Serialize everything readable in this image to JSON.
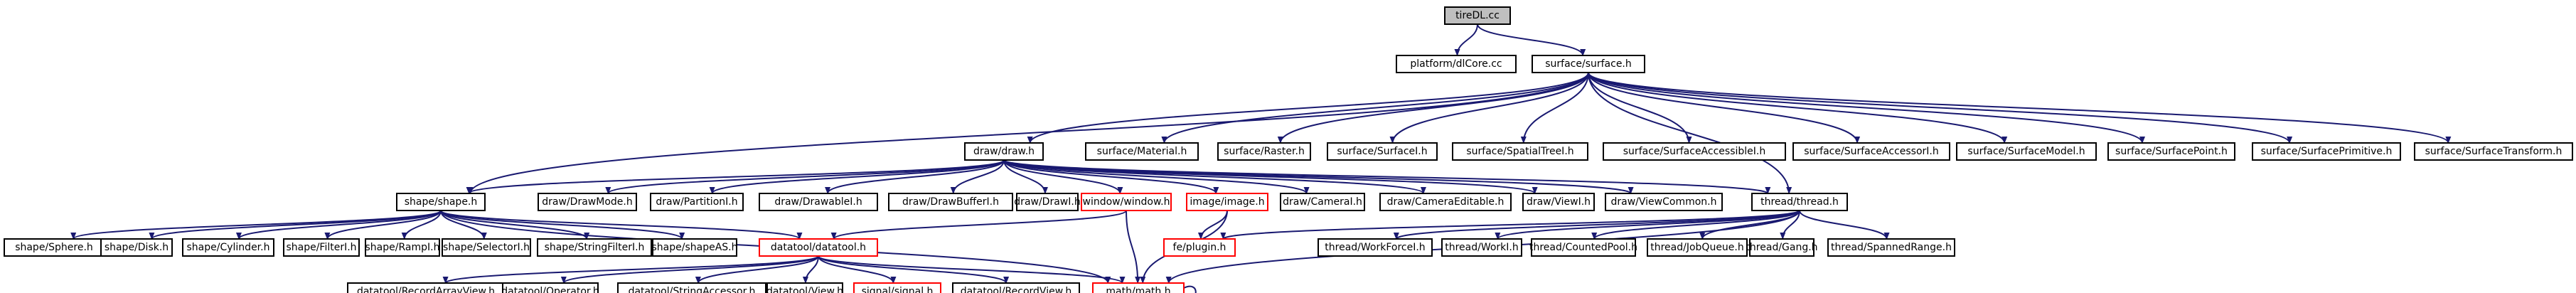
{
  "graph": {
    "nodes": [
      {
        "id": "root",
        "label": "tireDL.cc",
        "style": "root"
      },
      {
        "id": "dlcore",
        "label": "platform/dlCore.cc",
        "style": "normal"
      },
      {
        "id": "surface",
        "label": "surface/surface.h",
        "style": "normal"
      },
      {
        "id": "draw",
        "label": "draw/draw.h",
        "style": "normal"
      },
      {
        "id": "material",
        "label": "surface/Material.h",
        "style": "normal"
      },
      {
        "id": "raster",
        "label": "surface/Raster.h",
        "style": "normal"
      },
      {
        "id": "surfacei",
        "label": "surface/SurfaceI.h",
        "style": "normal"
      },
      {
        "id": "spatialtree",
        "label": "surface/SpatialTreeI.h",
        "style": "normal"
      },
      {
        "id": "accessiblei",
        "label": "surface/SurfaceAccessibleI.h",
        "style": "normal"
      },
      {
        "id": "accessori",
        "label": "surface/SurfaceAccessorI.h",
        "style": "normal"
      },
      {
        "id": "model",
        "label": "surface/SurfaceModel.h",
        "style": "normal"
      },
      {
        "id": "point",
        "label": "surface/SurfacePoint.h",
        "style": "normal"
      },
      {
        "id": "primitive",
        "label": "surface/SurfacePrimitive.h",
        "style": "normal"
      },
      {
        "id": "transform",
        "label": "surface/SurfaceTransform.h",
        "style": "normal"
      },
      {
        "id": "shape",
        "label": "shape/shape.h",
        "style": "normal"
      },
      {
        "id": "drawmode",
        "label": "draw/DrawMode.h",
        "style": "normal"
      },
      {
        "id": "partition",
        "label": "draw/PartitionI.h",
        "style": "normal"
      },
      {
        "id": "drawable",
        "label": "draw/DrawableI.h",
        "style": "normal"
      },
      {
        "id": "drawbuffer",
        "label": "draw/DrawBufferI.h",
        "style": "normal"
      },
      {
        "id": "drawi",
        "label": "draw/DrawI.h",
        "style": "normal"
      },
      {
        "id": "window",
        "label": "window/window.h",
        "style": "red"
      },
      {
        "id": "image",
        "label": "image/image.h",
        "style": "red"
      },
      {
        "id": "camerai",
        "label": "draw/CameraI.h",
        "style": "normal"
      },
      {
        "id": "cameraedit",
        "label": "draw/CameraEditable.h",
        "style": "normal"
      },
      {
        "id": "viewi",
        "label": "draw/ViewI.h",
        "style": "normal"
      },
      {
        "id": "viewcommon",
        "label": "draw/ViewCommon.h",
        "style": "normal"
      },
      {
        "id": "thread",
        "label": "thread/thread.h",
        "style": "normal"
      },
      {
        "id": "sphere",
        "label": "shape/Sphere.h",
        "style": "normal"
      },
      {
        "id": "disk",
        "label": "shape/Disk.h",
        "style": "normal"
      },
      {
        "id": "cylinder",
        "label": "shape/Cylinder.h",
        "style": "normal"
      },
      {
        "id": "filteri",
        "label": "shape/FilterI.h",
        "style": "normal"
      },
      {
        "id": "rampi",
        "label": "shape/RampI.h",
        "style": "normal"
      },
      {
        "id": "selectori",
        "label": "shape/SelectorI.h",
        "style": "normal"
      },
      {
        "id": "stringfilter",
        "label": "shape/StringFilterI.h",
        "style": "normal"
      },
      {
        "id": "shapeas",
        "label": "shape/shapeAS.h",
        "style": "normal"
      },
      {
        "id": "datatool",
        "label": "datatool/datatool.h",
        "style": "red"
      },
      {
        "id": "plugin",
        "label": "fe/plugin.h",
        "style": "red"
      },
      {
        "id": "workforce",
        "label": "thread/WorkForceI.h",
        "style": "normal"
      },
      {
        "id": "worki",
        "label": "thread/WorkI.h",
        "style": "normal"
      },
      {
        "id": "countedpool",
        "label": "thread/CountedPool.h",
        "style": "normal"
      },
      {
        "id": "jobqueue",
        "label": "thread/JobQueue.h",
        "style": "normal"
      },
      {
        "id": "gang",
        "label": "thread/Gang.h",
        "style": "normal"
      },
      {
        "id": "spannedrange",
        "label": "thread/SpannedRange.h",
        "style": "normal"
      },
      {
        "id": "recordarray",
        "label": "datatool/RecordArrayView.h",
        "style": "normal"
      },
      {
        "id": "operator",
        "label": "datatool/Operator.h",
        "style": "normal"
      },
      {
        "id": "stringaccessor",
        "label": "datatool/StringAccessor.h",
        "style": "normal"
      },
      {
        "id": "view",
        "label": "datatool/View.h",
        "style": "normal"
      },
      {
        "id": "signal",
        "label": "signal/signal.h",
        "style": "red"
      },
      {
        "id": "recordview",
        "label": "datatool/RecordView.h",
        "style": "normal"
      },
      {
        "id": "math",
        "label": "math/math.h",
        "style": "red"
      }
    ],
    "edges": [
      [
        "root",
        "dlcore"
      ],
      [
        "root",
        "surface"
      ],
      [
        "surface",
        "draw"
      ],
      [
        "surface",
        "material"
      ],
      [
        "surface",
        "raster"
      ],
      [
        "surface",
        "surfacei"
      ],
      [
        "surface",
        "spatialtree"
      ],
      [
        "surface",
        "accessiblei"
      ],
      [
        "surface",
        "accessori"
      ],
      [
        "surface",
        "model"
      ],
      [
        "surface",
        "point"
      ],
      [
        "surface",
        "primitive"
      ],
      [
        "surface",
        "transform"
      ],
      [
        "surface",
        "shape"
      ],
      [
        "surface",
        "thread"
      ],
      [
        "draw",
        "shape"
      ],
      [
        "draw",
        "drawmode"
      ],
      [
        "draw",
        "partition"
      ],
      [
        "draw",
        "drawable"
      ],
      [
        "draw",
        "drawbuffer"
      ],
      [
        "draw",
        "drawi"
      ],
      [
        "draw",
        "window"
      ],
      [
        "draw",
        "image"
      ],
      [
        "draw",
        "camerai"
      ],
      [
        "draw",
        "cameraedit"
      ],
      [
        "draw",
        "viewi"
      ],
      [
        "draw",
        "viewcommon"
      ],
      [
        "draw",
        "thread"
      ],
      [
        "shape",
        "sphere"
      ],
      [
        "shape",
        "disk"
      ],
      [
        "shape",
        "cylinder"
      ],
      [
        "shape",
        "filteri"
      ],
      [
        "shape",
        "rampi"
      ],
      [
        "shape",
        "selectori"
      ],
      [
        "shape",
        "stringfilter"
      ],
      [
        "shape",
        "shapeas"
      ],
      [
        "shape",
        "datatool"
      ],
      [
        "shape",
        "math"
      ],
      [
        "window",
        "datatool"
      ],
      [
        "window",
        "math"
      ],
      [
        "image",
        "plugin"
      ],
      [
        "image",
        "math"
      ],
      [
        "thread",
        "plugin"
      ],
      [
        "thread",
        "workforce"
      ],
      [
        "thread",
        "worki"
      ],
      [
        "thread",
        "countedpool"
      ],
      [
        "thread",
        "jobqueue"
      ],
      [
        "thread",
        "gang"
      ],
      [
        "thread",
        "spannedrange"
      ],
      [
        "thread",
        "math"
      ],
      [
        "datatool",
        "recordarray"
      ],
      [
        "datatool",
        "operator"
      ],
      [
        "datatool",
        "stringaccessor"
      ],
      [
        "datatool",
        "view"
      ],
      [
        "datatool",
        "signal"
      ],
      [
        "datatool",
        "recordview"
      ],
      [
        "datatool",
        "math"
      ],
      [
        "math",
        "math"
      ]
    ]
  },
  "colors": {
    "edge": "#191970",
    "root_fill": "#bfbfbf",
    "normal_border": "#000000",
    "red_border": "#ff0000",
    "node_fill": "#ffffff"
  }
}
